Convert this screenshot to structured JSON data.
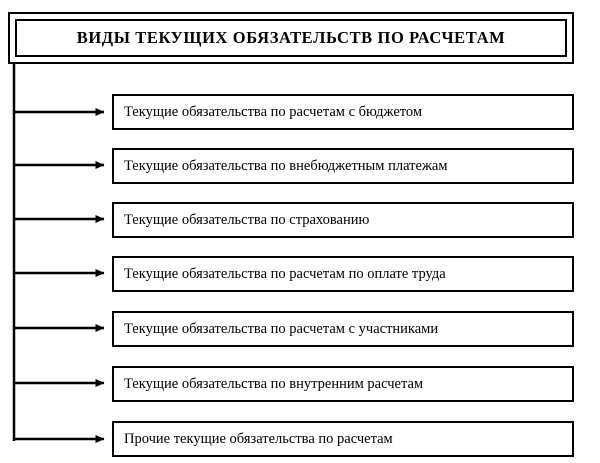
{
  "diagram": {
    "type": "tree-hierarchy",
    "title": "ВИДЫ ТЕКУЩИХ ОБЯЗАТЕЛЬСТВ ПО РАСЧЕТАМ",
    "orientation": "vertical-spine-with-right-arrows",
    "colors": {
      "line": "#000000",
      "background": "#ffffff",
      "text": "#000000"
    },
    "items": [
      {
        "label": "Текущие обязательства по расчетам с бюджетом"
      },
      {
        "label": "Текущие обязательства по внебюджетным платежам"
      },
      {
        "label": "Текущие обязательства по страхованию"
      },
      {
        "label": "Текущие обязательства по расчетам по оплате труда"
      },
      {
        "label": "Текущие обязательства по расчетам с участниками"
      },
      {
        "label": "Текущие обязательства по внутренним расчетам"
      },
      {
        "label": "Прочие текущие обязательства по расчетам"
      }
    ]
  }
}
